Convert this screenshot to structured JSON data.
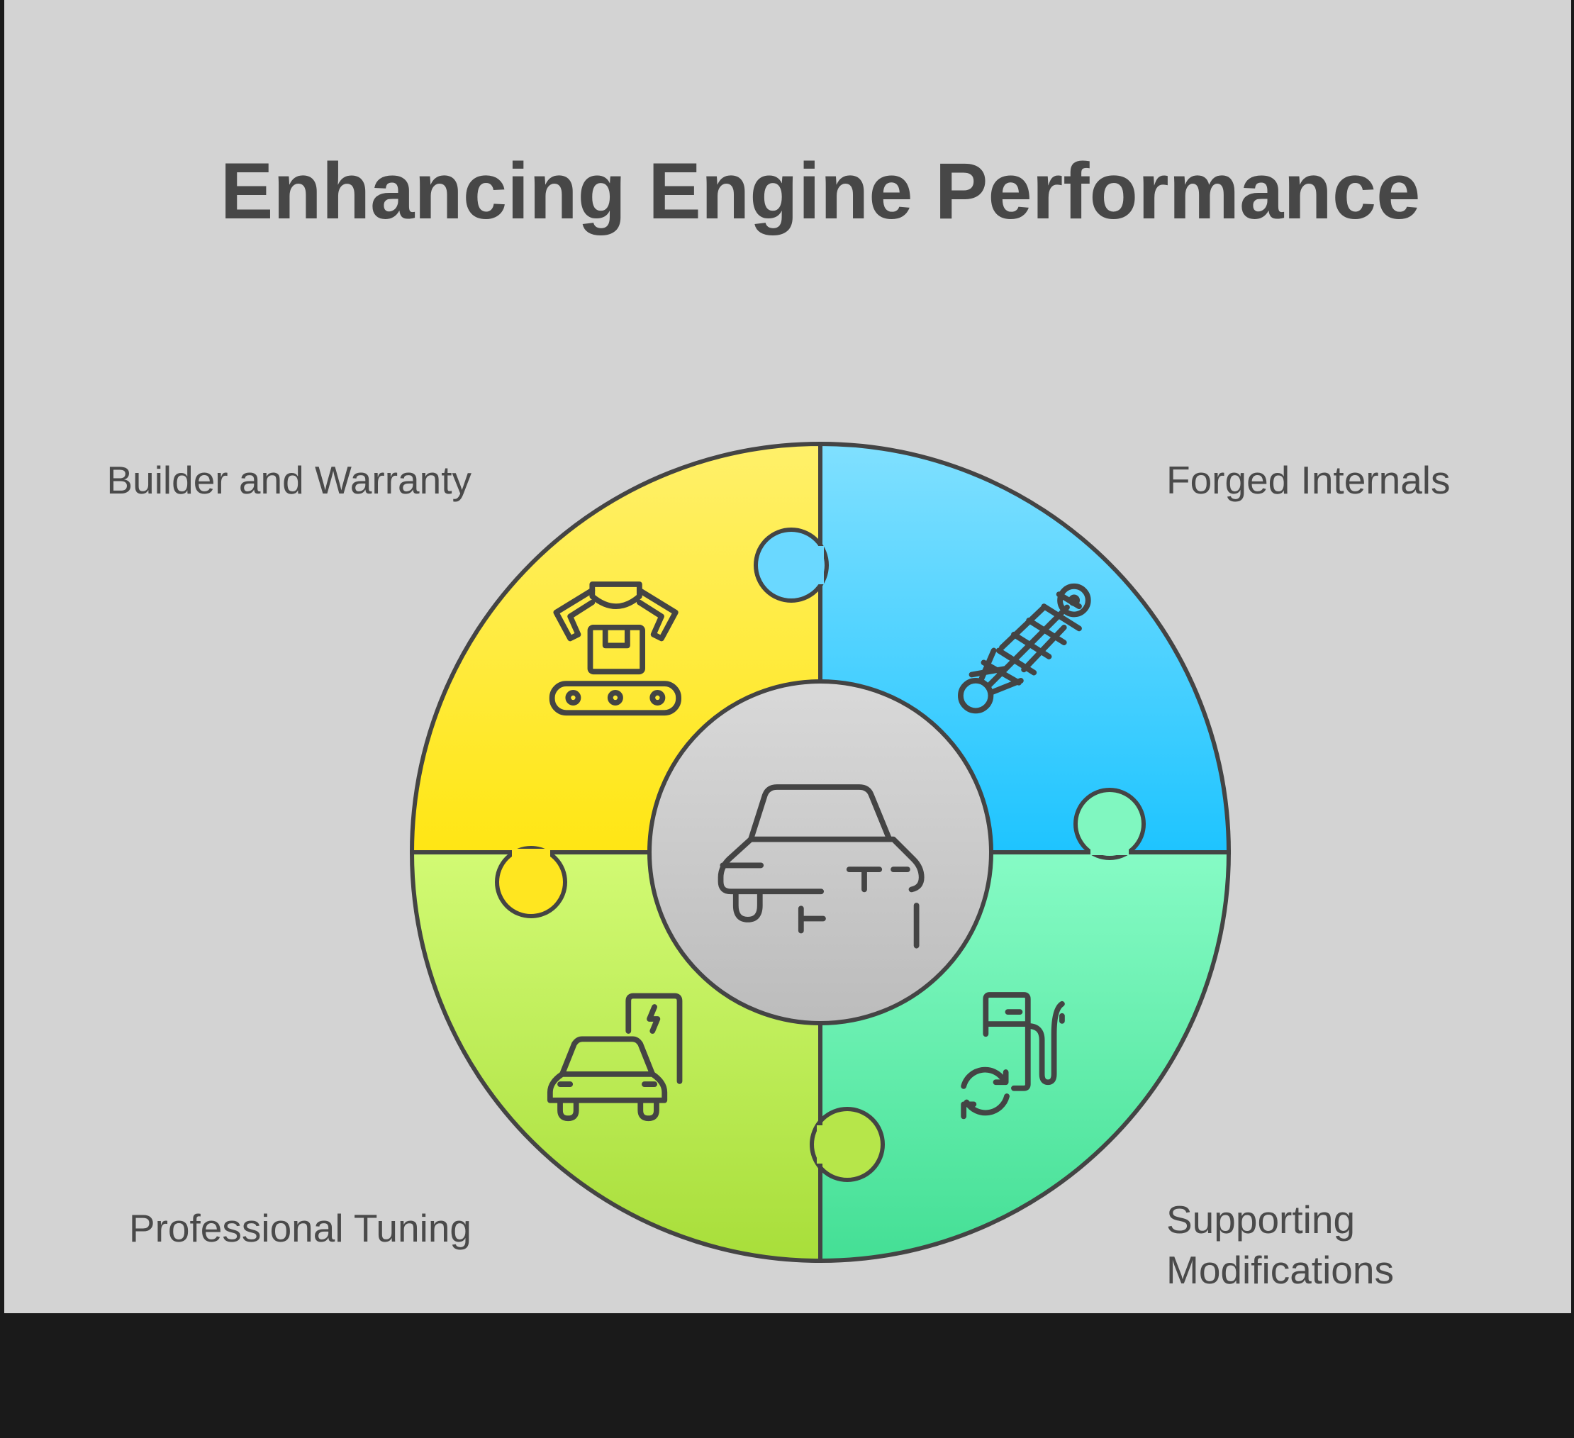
{
  "title": "Enhancing Engine Performance",
  "segments": [
    {
      "label": "Builder and Warranty",
      "icon": "robotic-arm-conveyor-icon",
      "color_top": "#fff06a",
      "color_bottom": "#ffe614"
    },
    {
      "label": "Forged Internals",
      "icon": "shock-absorber-icon",
      "color_top": "#80e0ff",
      "color_bottom": "#1ec4ff"
    },
    {
      "label": "Professional Tuning",
      "icon": "car-charging-icon",
      "color_top": "#d2fa74",
      "color_bottom": "#a8de3a"
    },
    {
      "label_line1": "Supporting",
      "label_line2": "Modifications",
      "icon": "fuel-pump-refresh-icon",
      "color_top": "#86fbc5",
      "color_bottom": "#44df95"
    }
  ],
  "center": {
    "icon": "car-icon",
    "color_top": "#d9d9d9",
    "color_bottom": "#bcbcbc"
  },
  "stroke_color": "#444444",
  "background": "#d3d3d3"
}
